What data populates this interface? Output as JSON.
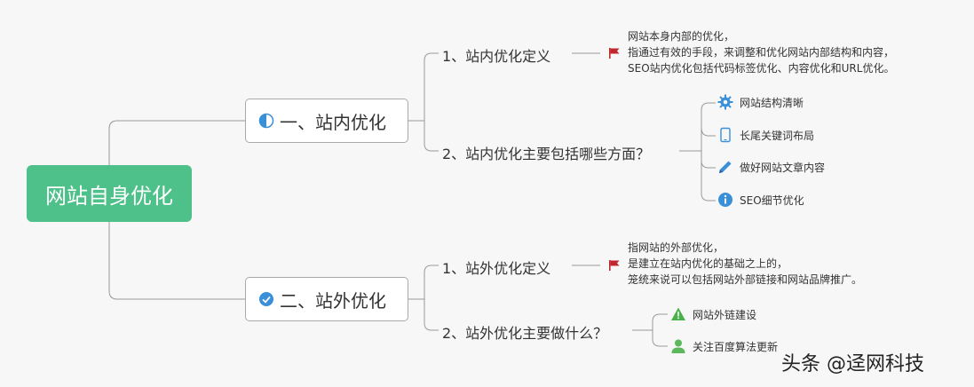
{
  "root": {
    "label": "网站自身优化"
  },
  "branches": [
    {
      "label": "一、站内优化",
      "icon": "half-circle-icon",
      "children": [
        {
          "label": "1、站内优化定义",
          "note_lines": [
            "网站本身内部的优化，",
            "指通过有效的手段，来调整和优化网站内部结构和内容，",
            "SEO站内优化包括代码标签优化、内容优化和URL优化。"
          ]
        },
        {
          "label": "2、站内优化主要包括哪些方面？",
          "leaves": [
            {
              "label": "网站结构清晰",
              "icon": "gear-icon"
            },
            {
              "label": "长尾关键词布局",
              "icon": "tablet-icon"
            },
            {
              "label": "做好网站文章内容",
              "icon": "pencil-icon"
            },
            {
              "label": "SEO细节优化",
              "icon": "info-icon"
            }
          ]
        }
      ]
    },
    {
      "label": "二、站外优化",
      "icon": "check-circle-icon",
      "children": [
        {
          "label": "1、站外优化定义",
          "note_lines": [
            "指网站的外部优化，",
            "是建立在站内优化的基础之上的，",
            "笼统来说可以包括网站外部链接和网站品牌推广。"
          ]
        },
        {
          "label": "2、站外优化主要做什么？",
          "leaves": [
            {
              "label": "网站外链建设",
              "icon": "warning-icon"
            },
            {
              "label": "关注百度算法更新",
              "icon": "user-icon"
            }
          ]
        }
      ]
    }
  ],
  "watermark": "头条 @迳网科技",
  "colors": {
    "root": "#4ec089",
    "line": "#9a9a9a",
    "flag": "#c0282d",
    "gear": "#3a8fd9",
    "warning": "#49b04a",
    "user": "#5cb85c"
  }
}
